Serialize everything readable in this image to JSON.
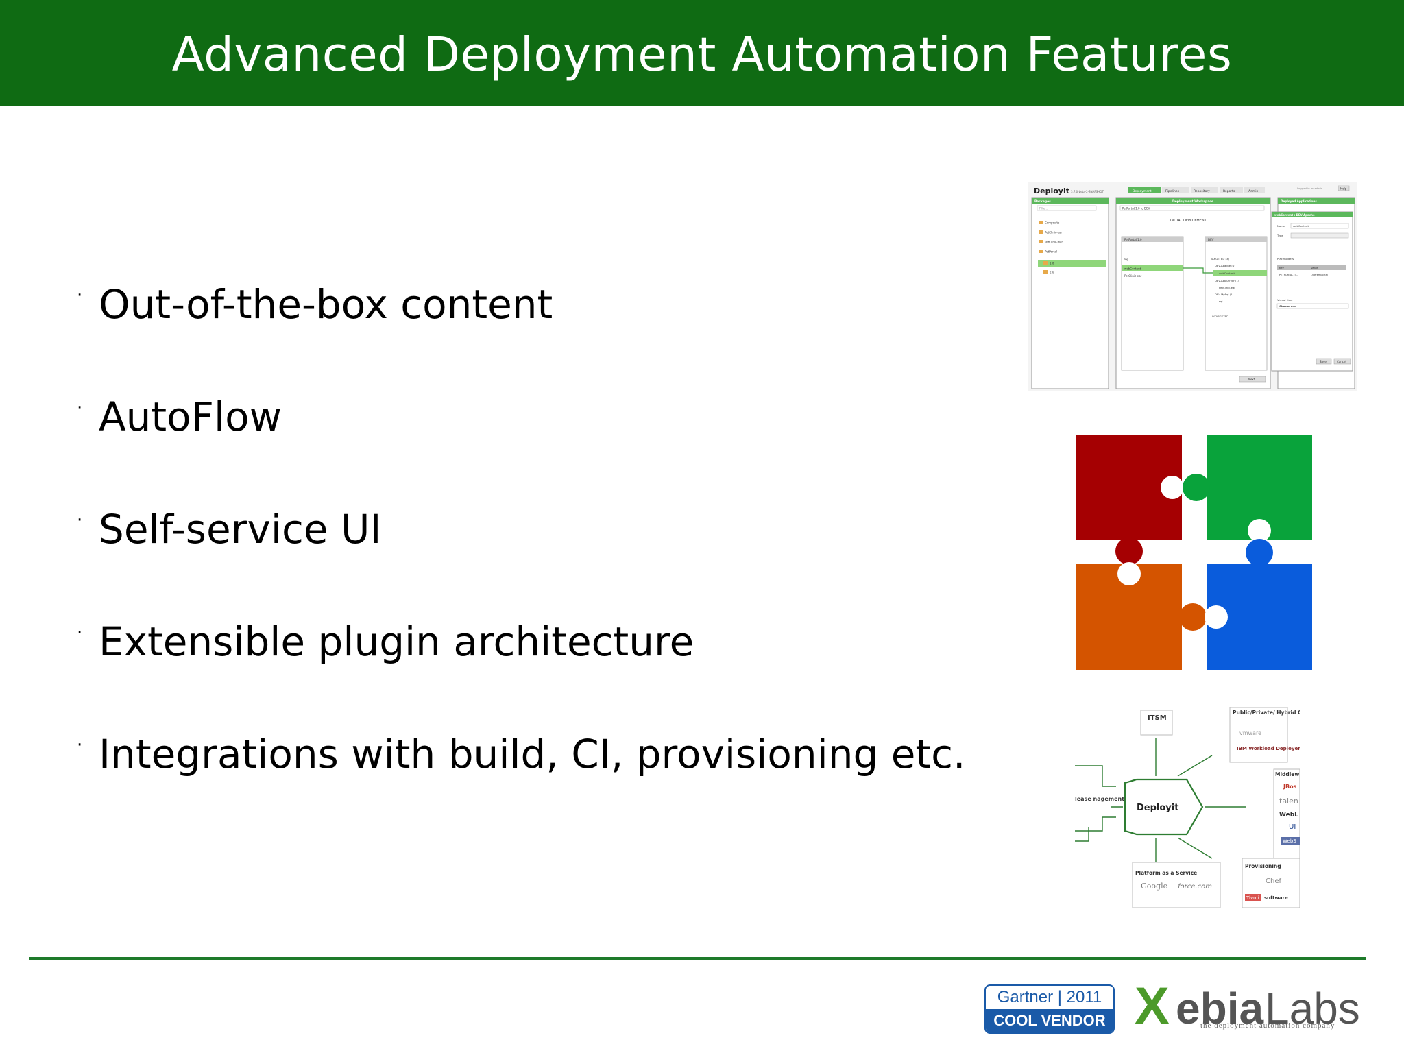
{
  "slide": {
    "title": "Advanced Deployment Automation Features",
    "bullets": [
      "Out-of-the-box content",
      "AutoFlow",
      "Self-service UI",
      "Extensible plugin architecture",
      "Integrations with build, CI, provisioning etc."
    ],
    "bullet_glyph": "·"
  },
  "screenshot": {
    "logo": "Deployit",
    "version": "3.7.0-beta-2-SNAPSHOT",
    "tabs": [
      "Deployment",
      "Pipelines",
      "Repository",
      "Reports",
      "Admin"
    ],
    "logged_in": "Logged in as admin",
    "help": "Help",
    "packages_title": "Packages",
    "filter": "Filter...",
    "package_items": [
      "Composite",
      "PetClinic-ear",
      "PetClinic-war",
      "PetPortal",
      "1.0",
      "2.0"
    ],
    "workspace_title": "Deployment Workspace",
    "workspace_path": "PetPortal/1.0 to DEV",
    "initial_deployment": "INITIAL DEPLOYMENT",
    "left_col_title": "PetPortal/1.0",
    "left_col_items": [
      "sql",
      "webContent",
      "PetClinic-ear"
    ],
    "right_col_title": "DEV",
    "right_col_items": [
      "TARGETED (3)",
      "DEV-Apache (1)",
      "webContent",
      "DEV-AppServer (1)",
      "PetClinic-ear",
      "DEV-MySql (1)",
      "sql",
      "UNTARGETED"
    ],
    "next": "Next",
    "deployed_title": "Deployed Applications",
    "props_title": "webContent : DEV-Apache",
    "props_name_label": "Name",
    "props_name_value": "webContent",
    "props_type_label": "Type",
    "placeholders": "Placeholders",
    "key": "Key",
    "value": "Value",
    "key_value": "PETPORTAL_T...",
    "value_value": "Overemportal",
    "virtual_host": "Virtual Host",
    "choose_one": "Choose one",
    "save": "Save",
    "cancel": "Cancel"
  },
  "puzzle": {
    "colors": {
      "red": "#a50002",
      "green": "#09a33b",
      "orange": "#d45400",
      "blue": "#0a5cdc"
    }
  },
  "diagram": {
    "center": "Deployit",
    "itsm": "ITSM",
    "cloud_title": "Public/Private/ Hybrid Cloud",
    "cloud_items": [
      "vmware",
      "IBM Workload Deployer"
    ],
    "release_mgmt": "lease nagement",
    "middleware_title": "Middlew",
    "middleware_items": [
      "JBos",
      "talen",
      "WebL",
      "UI",
      "WebS"
    ],
    "paas_title": "Platform as a Service",
    "paas_items": [
      "Google",
      "force.com"
    ],
    "provisioning_title": "Provisioning",
    "provisioning_items": [
      "Chef",
      "Tivoli",
      "software"
    ]
  },
  "footer": {
    "gartner_top": "Gartner",
    "gartner_year": "2011",
    "gartner_bottom": "COOL VENDOR",
    "brand_x": "X",
    "brand_ebia": "ebia",
    "brand_labs": "Labs",
    "brand_tagline": "the deployment automation company"
  },
  "colors": {
    "title_bar": "#0f6b13",
    "footer_line": "#1e7a2a",
    "accent_green": "#6bbf59"
  }
}
